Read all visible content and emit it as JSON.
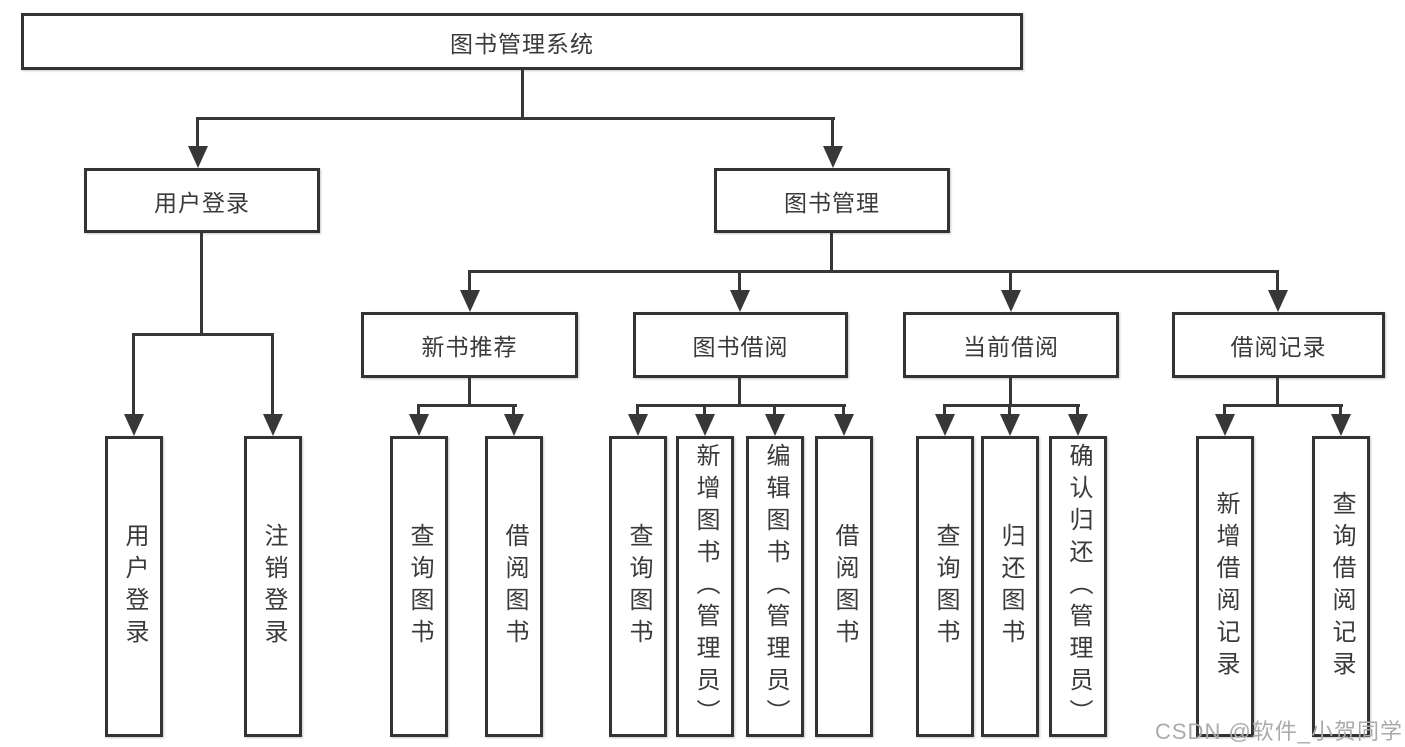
{
  "diagram_title": "图书管理系统",
  "tree": {
    "root": {
      "label": "图书管理系统",
      "children": [
        {
          "label": "用户登录",
          "children": [
            {
              "label": "用户登录"
            },
            {
              "label": "注销登录"
            }
          ]
        },
        {
          "label": "图书管理",
          "children": [
            {
              "label": "新书推荐",
              "children": [
                {
                  "label": "查询图书"
                },
                {
                  "label": "借阅图书"
                }
              ]
            },
            {
              "label": "图书借阅",
              "children": [
                {
                  "label": "查询图书"
                },
                {
                  "label": "新增图书（管理员）"
                },
                {
                  "label": "编辑图书（管理员）"
                },
                {
                  "label": "借阅图书"
                }
              ]
            },
            {
              "label": "当前借阅",
              "children": [
                {
                  "label": "查询图书"
                },
                {
                  "label": "归还图书"
                },
                {
                  "label": "确认归还（管理员）"
                }
              ]
            },
            {
              "label": "借阅记录",
              "children": [
                {
                  "label": "新增借阅记录"
                },
                {
                  "label": "查询借阅记录"
                }
              ]
            }
          ]
        }
      ]
    }
  },
  "watermark": {
    "text": "CSDN @软件_小贺同学"
  },
  "colors": {
    "line": "#373737",
    "box_border": "#333333",
    "text": "#3a3a3a",
    "watermark": "#ababab",
    "background": "#ffffff"
  }
}
